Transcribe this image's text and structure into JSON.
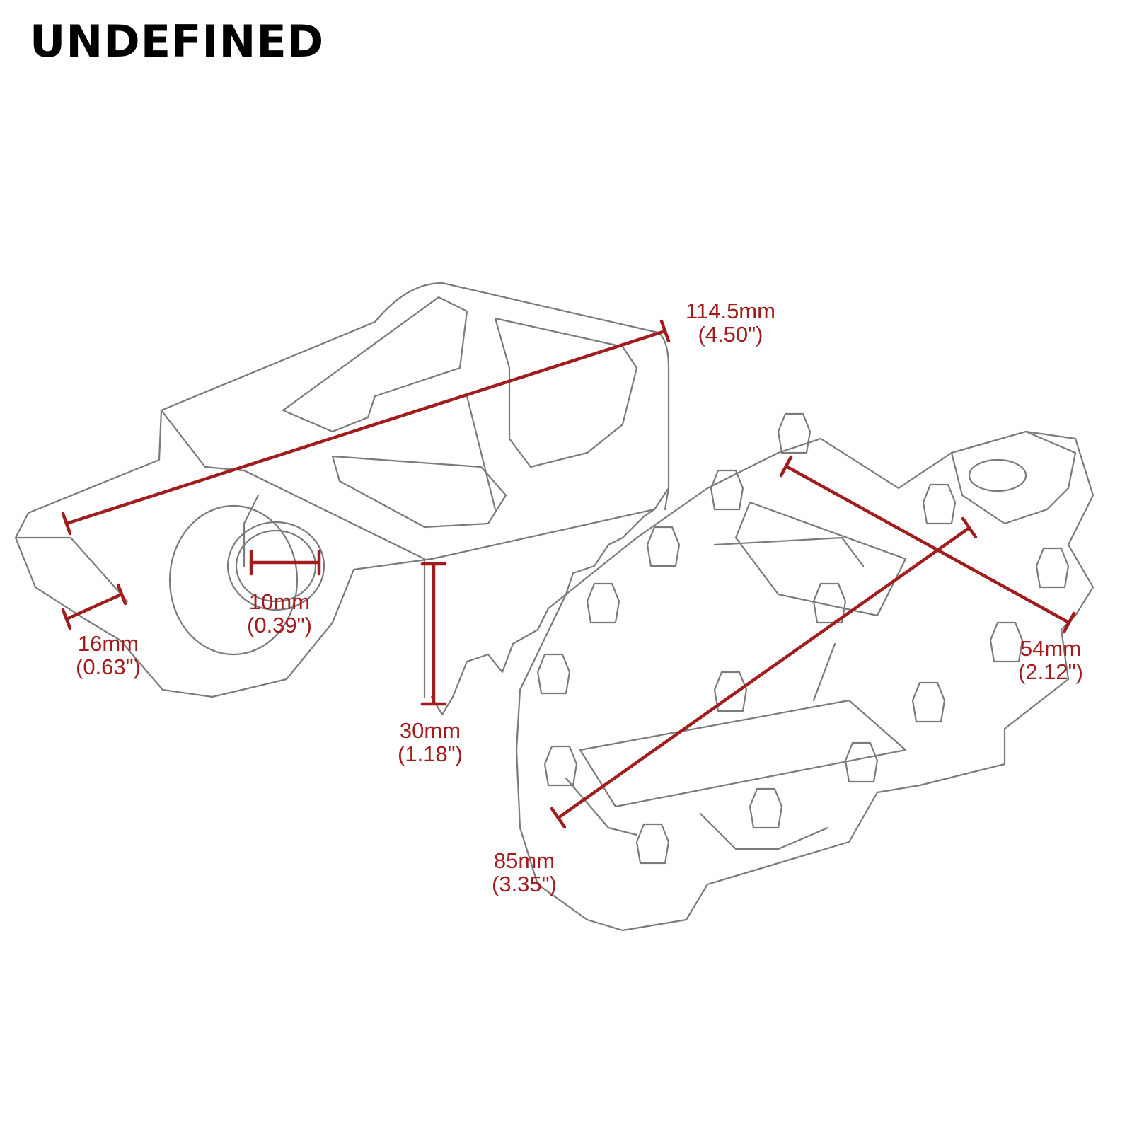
{
  "brand": {
    "text": "UNDEFINED"
  },
  "colors": {
    "dimension": "#a11c1c",
    "outline": "#6e6e6e",
    "brand": "#000000"
  },
  "dimensions": {
    "overall_length": {
      "metric": "114.5mm",
      "imperial": "(4.50\")"
    },
    "bore_diameter": {
      "metric": "10mm",
      "imperial": "(0.39\")"
    },
    "boss_width": {
      "metric": "16mm",
      "imperial": "(0.63\")"
    },
    "height": {
      "metric": "30mm",
      "imperial": "(1.18\")"
    },
    "platform_length": {
      "metric": "85mm",
      "imperial": "(3.35\")"
    },
    "platform_width": {
      "metric": "54mm",
      "imperial": "(2.12\")"
    }
  }
}
